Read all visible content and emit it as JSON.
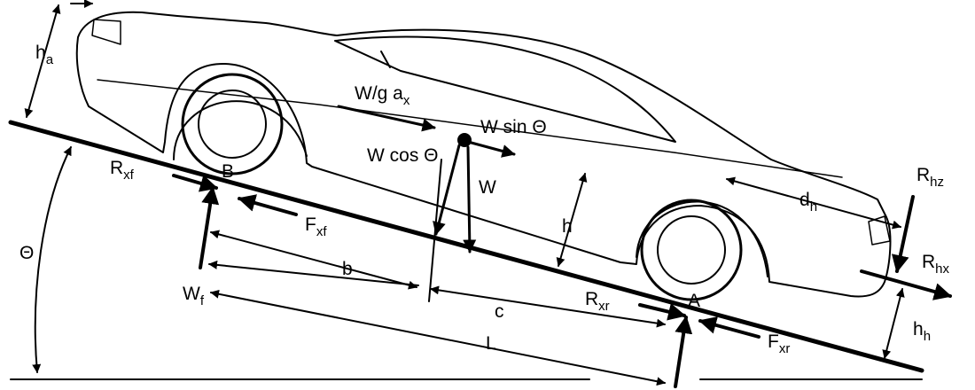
{
  "labels": {
    "ha_main": "h",
    "ha_sub": "a",
    "theta": "Θ",
    "rxf_main": "R",
    "rxf_sub": "xf",
    "point_b": "B",
    "fxf_main": "F",
    "fxf_sub": "xf",
    "wf_main": "W",
    "wf_sub": "f",
    "b": "b",
    "c": "c",
    "L": "L",
    "h": "h",
    "inertia_main": "W/g a",
    "inertia_sub": "x",
    "wsin": "W sin Θ",
    "wcos": "W cos Θ",
    "w": "W",
    "dh_main": "d",
    "dh_sub": "h",
    "rhz_main": "R",
    "rhz_sub": "hz",
    "rhx_main": "R",
    "rhx_sub": "hx",
    "hh_main": "h",
    "hh_sub": "h",
    "rxr_main": "R",
    "rxr_sub": "xr",
    "point_a": "A",
    "fxr_main": "F",
    "fxr_sub": "xr"
  }
}
